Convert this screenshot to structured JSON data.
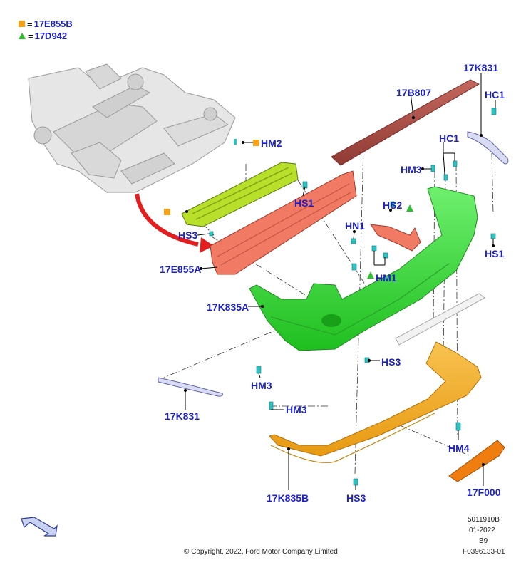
{
  "legend": {
    "square": {
      "equals": "=",
      "code": "17E855B",
      "color": "#f7a21b"
    },
    "triangle": {
      "equals": "=",
      "code": "17D942",
      "color": "#2ec02e"
    }
  },
  "labels": {
    "hm2": "HM2",
    "hs1_top": "HS1",
    "hs3_left": "HS3",
    "part_17e855a": "17E855A",
    "part_17k835a": "17K835A",
    "part_17b807": "17B807",
    "part_17k831_top": "17K831",
    "hc1_right": "HC1",
    "hc1_mid": "HC1",
    "hm3_top": "HM3",
    "hs2": "HS2",
    "hn1": "HN1",
    "hm1": "HM1",
    "hs1_right": "HS1",
    "hs3_center": "HS3",
    "hm3_left": "HM3",
    "hm3_lower": "HM3",
    "part_17k831_bottom": "17K831",
    "hm4": "HM4",
    "part_17k835b": "17K835B",
    "hs3_bottom": "HS3",
    "part_17f000": "17F000"
  },
  "footer": {
    "copyright": "© Copyright, 2022, Ford Motor Company Limited",
    "code1": "5011910B",
    "date": "01-2022",
    "rev": "B9",
    "fig": "F0396133-01"
  }
}
